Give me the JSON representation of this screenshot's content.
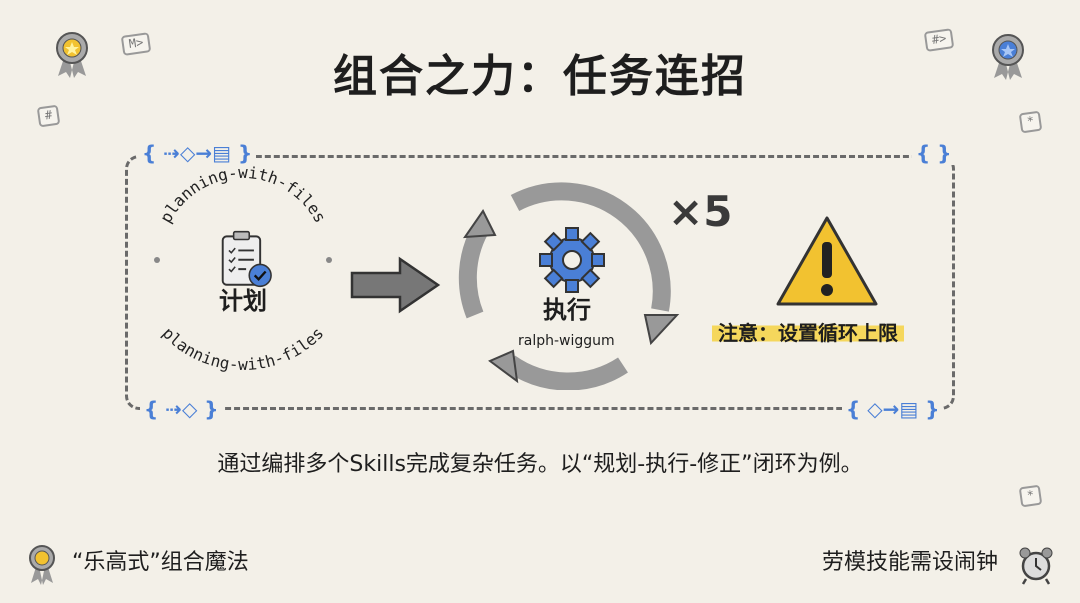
{
  "title": "组合之力：任务连招",
  "plan": {
    "label": "计划",
    "ring_text": "planning-with-files"
  },
  "exec": {
    "label": "执行",
    "sublabel": "ralph-wiggum"
  },
  "repeat": "×5",
  "warning": "注意：设置循环上限",
  "caption": "通过编排多个Skills完成复杂任务。以“规划-执行-修正”闭环为例。",
  "footer": {
    "left": "“乐高式”组合魔法",
    "right": "劳模技能需设闹钟"
  },
  "decor": {
    "tag1": "M>",
    "tag2": "#>",
    "tag3": "#",
    "tag4": "*",
    "tag5": "*",
    "brace": "{ }"
  },
  "colors": {
    "accent": "#4a7fd6",
    "highlight": "#f5d75c",
    "warning": "#f2c230",
    "bg": "#f3f0e8"
  }
}
